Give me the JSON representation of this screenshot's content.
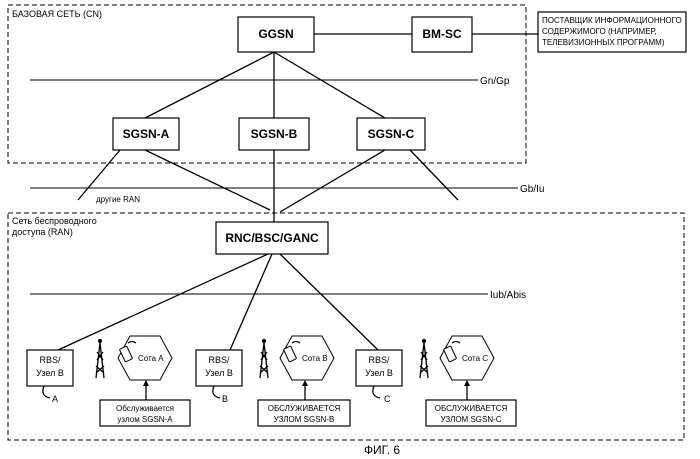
{
  "regions": {
    "core": "БАЗОВАЯ СЕТЬ (CN)",
    "ran_line1": "Сеть беспроводного",
    "ran_line2": "доступа (RAN)"
  },
  "nodes": {
    "ggsn": "GGSN",
    "bmsc": "BM-SC",
    "sgsn_a": "SGSN-A",
    "sgsn_b": "SGSN-B",
    "sgsn_c": "SGSN-C",
    "rnc": "RNC/BSC/GANC"
  },
  "provider": {
    "line1": "ПОСТАВЩИК ИНФОРМАЦИОННОГО",
    "line2": "СОДЕРЖИМОГО (НАПРИМЕР,",
    "line3": "ТЕЛЕВИЗИОННЫХ ПРОГРАММ)"
  },
  "interfaces": {
    "gn_gp": "Gn/Gp",
    "gb_iu": "Gb/Iu",
    "iub_abis": "Iub/Abis"
  },
  "other_ran": "другие RAN",
  "rbs": [
    {
      "line1": "RBS/",
      "line2": "Узел  B",
      "tag": "A"
    },
    {
      "line1": "RBS/",
      "line2": "Узел  B",
      "tag": "B"
    },
    {
      "line1": "RBS/",
      "line2": "Узел В",
      "tag": "C"
    }
  ],
  "cells": [
    {
      "label": "Сота А"
    },
    {
      "label": "Сота В"
    },
    {
      "label": "Сота С"
    }
  ],
  "served": [
    {
      "line1": "Обслуживается",
      "line2": "узлом SGSN-A"
    },
    {
      "line1": "ОБСЛУЖИВАЕТСЯ",
      "line2": "УЗЛОМ SGSN-B"
    },
    {
      "line1": "ОБСЛУЖИВАЕТСЯ",
      "line2": "УЗЛОМ SGSN-C"
    }
  ],
  "caption": "ФИГ. 6"
}
